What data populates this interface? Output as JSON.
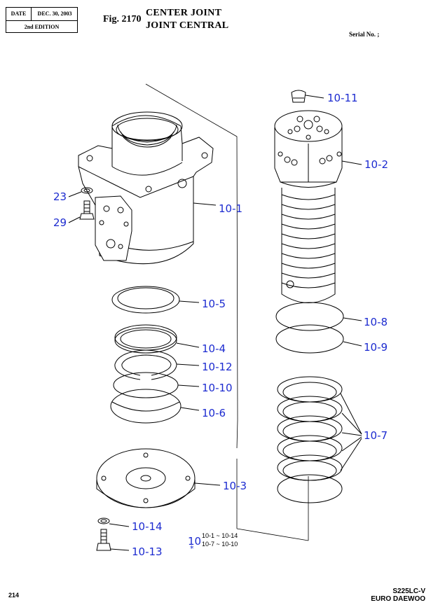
{
  "header": {
    "date_label": "DATE",
    "date_value": "DEC. 30, 2003",
    "edition": "2nd EDITION",
    "figure_number": "Fig. 2170",
    "title_line1": "CENTER JOINT",
    "title_line2": "JOINT CENTRAL",
    "serial_label": "Serial No. ;"
  },
  "callouts": [
    {
      "label": "10-11"
    },
    {
      "label": "10-2"
    },
    {
      "label": "23"
    },
    {
      "label": "29"
    },
    {
      "label": "10-1"
    },
    {
      "label": "10-5"
    },
    {
      "label": "10-8"
    },
    {
      "label": "10-9"
    },
    {
      "label": "10-4"
    },
    {
      "label": "10-12"
    },
    {
      "label": "10-10"
    },
    {
      "label": "10-6"
    },
    {
      "label": "10-7"
    },
    {
      "label": "10-3"
    },
    {
      "label": "10-14"
    },
    {
      "label": "10-13"
    }
  ],
  "kit_note": {
    "number": "10",
    "marker": "*",
    "line1": "10-1 ~ 10-14",
    "line2": "10-7 ~ 10-10"
  },
  "footer": {
    "page_number": "214",
    "model": "S225LC-V",
    "brand": "EURO DAEWOO"
  },
  "colors": {
    "callout": "#1c2bd0",
    "line": "#000000"
  }
}
